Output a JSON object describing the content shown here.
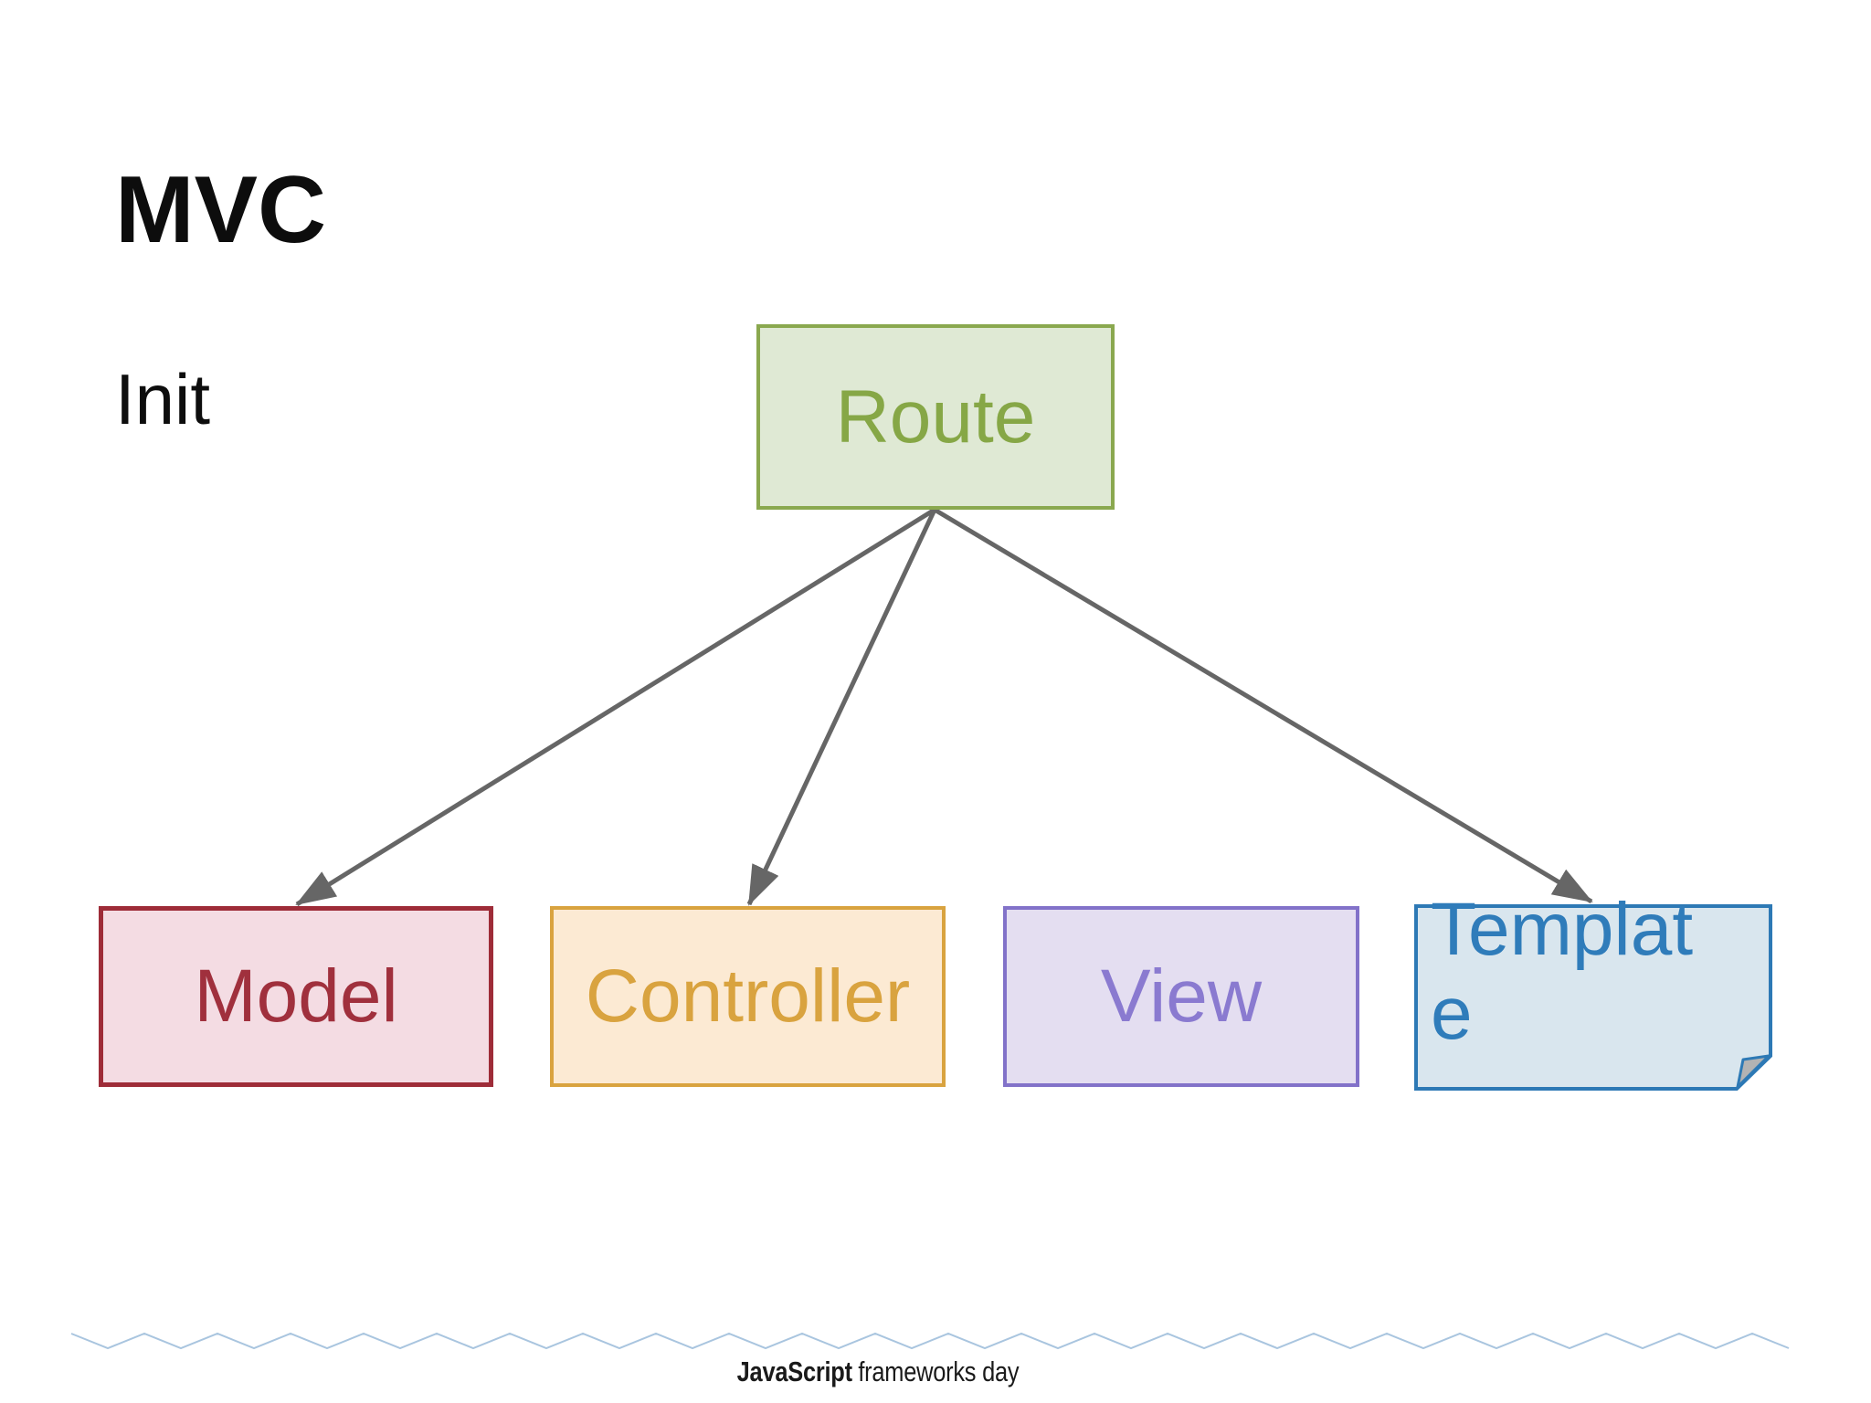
{
  "slide": {
    "title": "MVC",
    "subtitle": "Init",
    "footer": {
      "brand_bold": "JavaScript",
      "brand_rest": "frameworks day"
    }
  },
  "diagram": {
    "nodes": {
      "route": {
        "label": "Route"
      },
      "model": {
        "label": "Model"
      },
      "controller": {
        "label": "Controller"
      },
      "view": {
        "label": "View"
      },
      "template": {
        "label": "Template",
        "rendered_lines": [
          "Templat",
          "e"
        ]
      }
    },
    "edges": [
      {
        "from": "route",
        "to": "model",
        "type": "arrow"
      },
      {
        "from": "route",
        "to": "controller",
        "type": "arrow"
      },
      {
        "from": "route",
        "to": "template",
        "type": "arrow"
      }
    ]
  },
  "colors": {
    "title_text": "#0d0d0d",
    "route_fill": "#dfe9d4",
    "route_border": "#8aa84f",
    "route_text": "#86a746",
    "model_fill": "#f4dce3",
    "model_border": "#9e2c38",
    "model_text": "#a0303d",
    "controller_fill": "#fcead3",
    "controller_border": "#d9a33f",
    "controller_text": "#d9a33f",
    "view_fill": "#e4def1",
    "view_border": "#8272c9",
    "view_text": "#8a7ad0",
    "template_fill": "#d9e6ee",
    "template_border": "#2d79b5",
    "template_text": "#2f7cba",
    "fold_fill": "#b3b3b3",
    "arrow": "#666666",
    "wave": "#a9c5df",
    "footer_text": "#1a1a1a"
  }
}
